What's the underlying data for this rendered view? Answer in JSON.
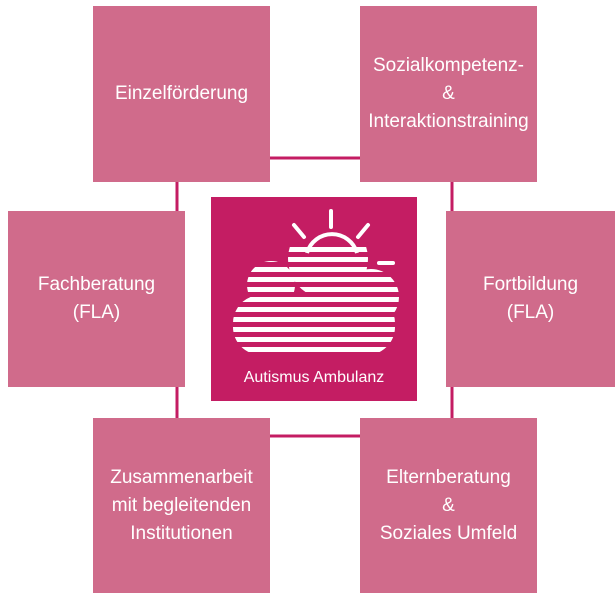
{
  "colors": {
    "box": "#d06b8b",
    "center": "#c41d63",
    "line": "#c41d63"
  },
  "center": {
    "logo_icon": "sun-cloud-icon",
    "label": "Autismus Ambulanz"
  },
  "nodes": [
    {
      "id": "einzelfoerderung",
      "lines": [
        "Einzelförderung"
      ]
    },
    {
      "id": "sozialkompetenz",
      "lines": [
        "Sozialkompetenz-",
        "&",
        "Interaktionstraining"
      ]
    },
    {
      "id": "fachberatung",
      "lines": [
        "Fachberatung",
        "(FLA)"
      ]
    },
    {
      "id": "fortbildung",
      "lines": [
        "Fortbildung",
        "(FLA)"
      ]
    },
    {
      "id": "zusammenarbeit",
      "lines": [
        "Zusammenarbeit",
        "mit begleitenden",
        "Institutionen"
      ]
    },
    {
      "id": "elternberatung",
      "lines": [
        "Elternberatung",
        "&",
        "Soziales Umfeld"
      ]
    }
  ]
}
